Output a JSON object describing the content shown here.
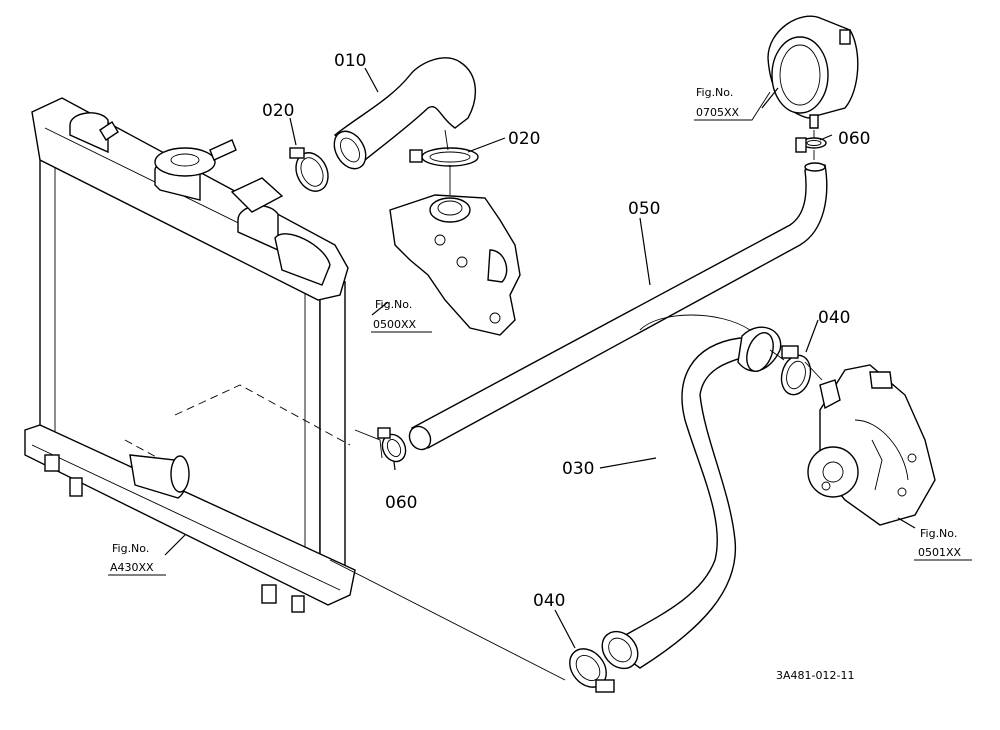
{
  "part_labels": {
    "p010": "010",
    "p020a": "020",
    "p020b": "020",
    "p030": "030",
    "p040a": "040",
    "p040b": "040",
    "p050": "050",
    "p060a": "060",
    "p060b": "060"
  },
  "fig_refs": {
    "thermostat": {
      "prefix": "Fig.No.",
      "code": "0500XX"
    },
    "tank": {
      "prefix": "Fig.No.",
      "code": "0705XX"
    },
    "pump": {
      "prefix": "Fig.No.",
      "code": "0501XX"
    },
    "radiator": {
      "prefix": "Fig.No.",
      "code": "A430XX"
    }
  },
  "drawing_code": "3A481-012-11"
}
